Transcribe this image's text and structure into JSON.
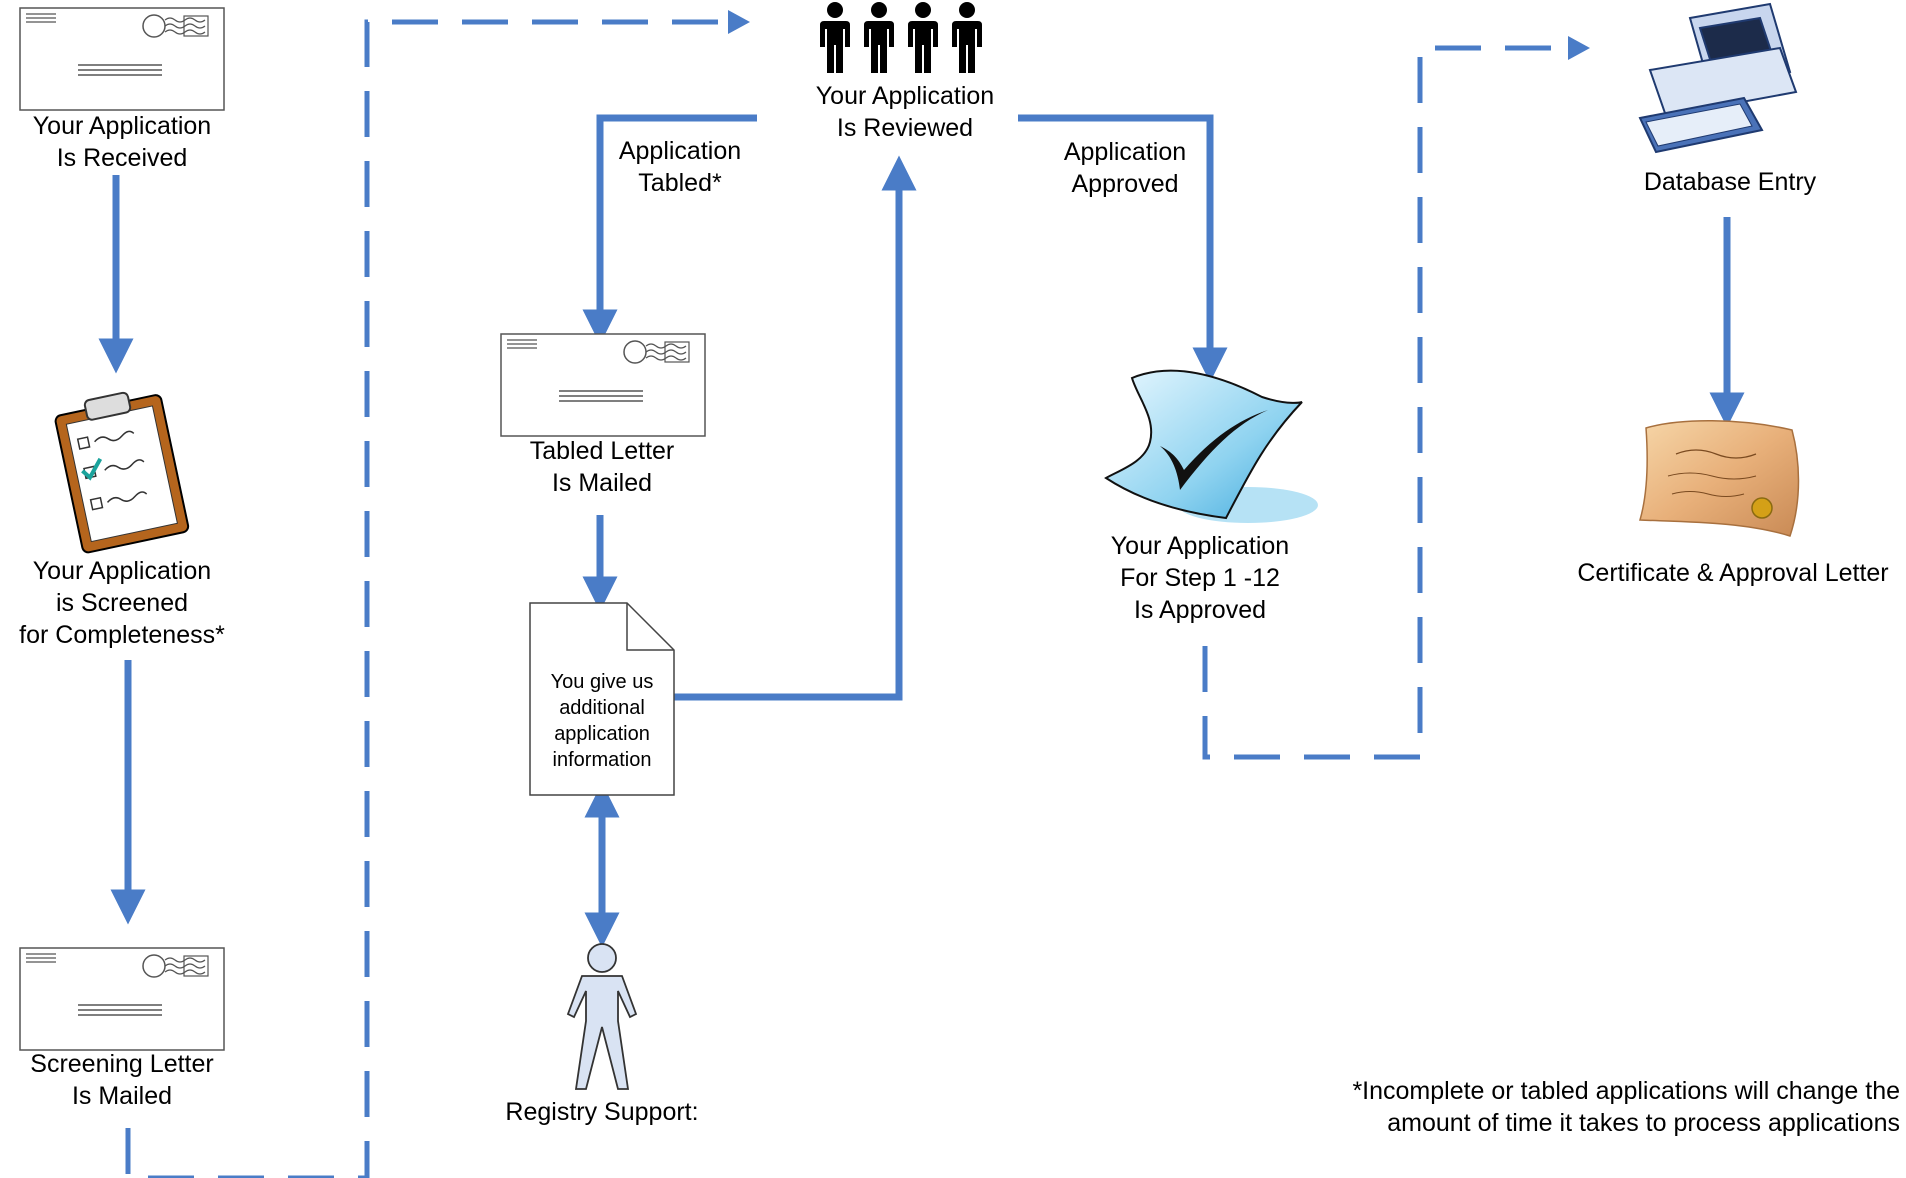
{
  "steps": {
    "received": {
      "line1": "Your Application",
      "line2": "Is Received"
    },
    "screened": {
      "line1": "Your Application",
      "line2": "is Screened",
      "line3": "for Completeness*"
    },
    "screening_letter": {
      "line1": "Screening Letter",
      "line2": "Is Mailed"
    },
    "reviewed": {
      "line1": "Your Application",
      "line2": "Is Reviewed"
    },
    "tabled_branch": {
      "line1": "Application",
      "line2": "Tabled*"
    },
    "approved_branch": {
      "line1": "Application",
      "line2": "Approved"
    },
    "tabled_letter": {
      "line1": "Tabled Letter",
      "line2": "Is Mailed"
    },
    "additional_info": {
      "line1": "You give us",
      "line2": "additional",
      "line3": "application",
      "line4": "information"
    },
    "registry_support": {
      "line1": "Registry Support:"
    },
    "approved": {
      "line1": "Your Application",
      "line2": "For Step 1 -12",
      "line3": "Is Approved"
    },
    "database": {
      "line1": "Database Entry"
    },
    "certificate": {
      "line1": "Certificate & Approval Letter"
    }
  },
  "footnote": {
    "line1": "*Incomplete or tabled applications will change the",
    "line2": "amount of time it takes to process applications"
  },
  "icons": [
    "envelope-icon",
    "clipboard-checklist-icon",
    "people-group-icon",
    "document-icon",
    "person-icon",
    "checkmark-icon",
    "computer-icon",
    "certificate-icon"
  ],
  "colors": {
    "arrow": "#4A7CC7",
    "figure_fill": "#D9E3F3",
    "check_fill": "#8FD3F0",
    "certificate": "#E8B07A"
  }
}
